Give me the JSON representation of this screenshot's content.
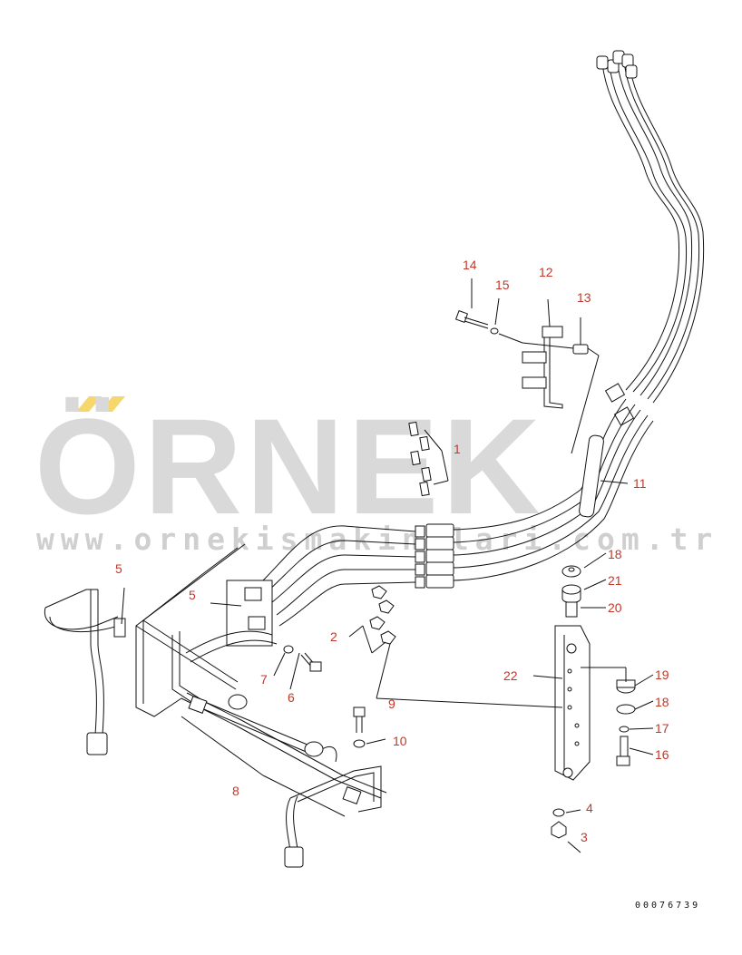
{
  "watermark": {
    "brand": "ÖRNEK",
    "url": "www.ornekismakinalari.com.tr",
    "accent_color": "#f5d76e",
    "text_color": "#d9d9d9"
  },
  "document_number": "00076739",
  "callout_color": "#c0392b",
  "callouts": {
    "c1": "1",
    "c2": "2",
    "c3": "3",
    "c4": "4",
    "c5a": "5",
    "c5b": "5",
    "c6": "6",
    "c7": "7",
    "c8": "8",
    "c9": "9",
    "c10": "10",
    "c11": "11",
    "c12": "12",
    "c13": "13",
    "c14": "14",
    "c15": "15",
    "c16": "16",
    "c17": "17",
    "c18a": "18",
    "c18b": "18",
    "c19": "19",
    "c20": "20",
    "c21": "21",
    "c22": "22"
  }
}
